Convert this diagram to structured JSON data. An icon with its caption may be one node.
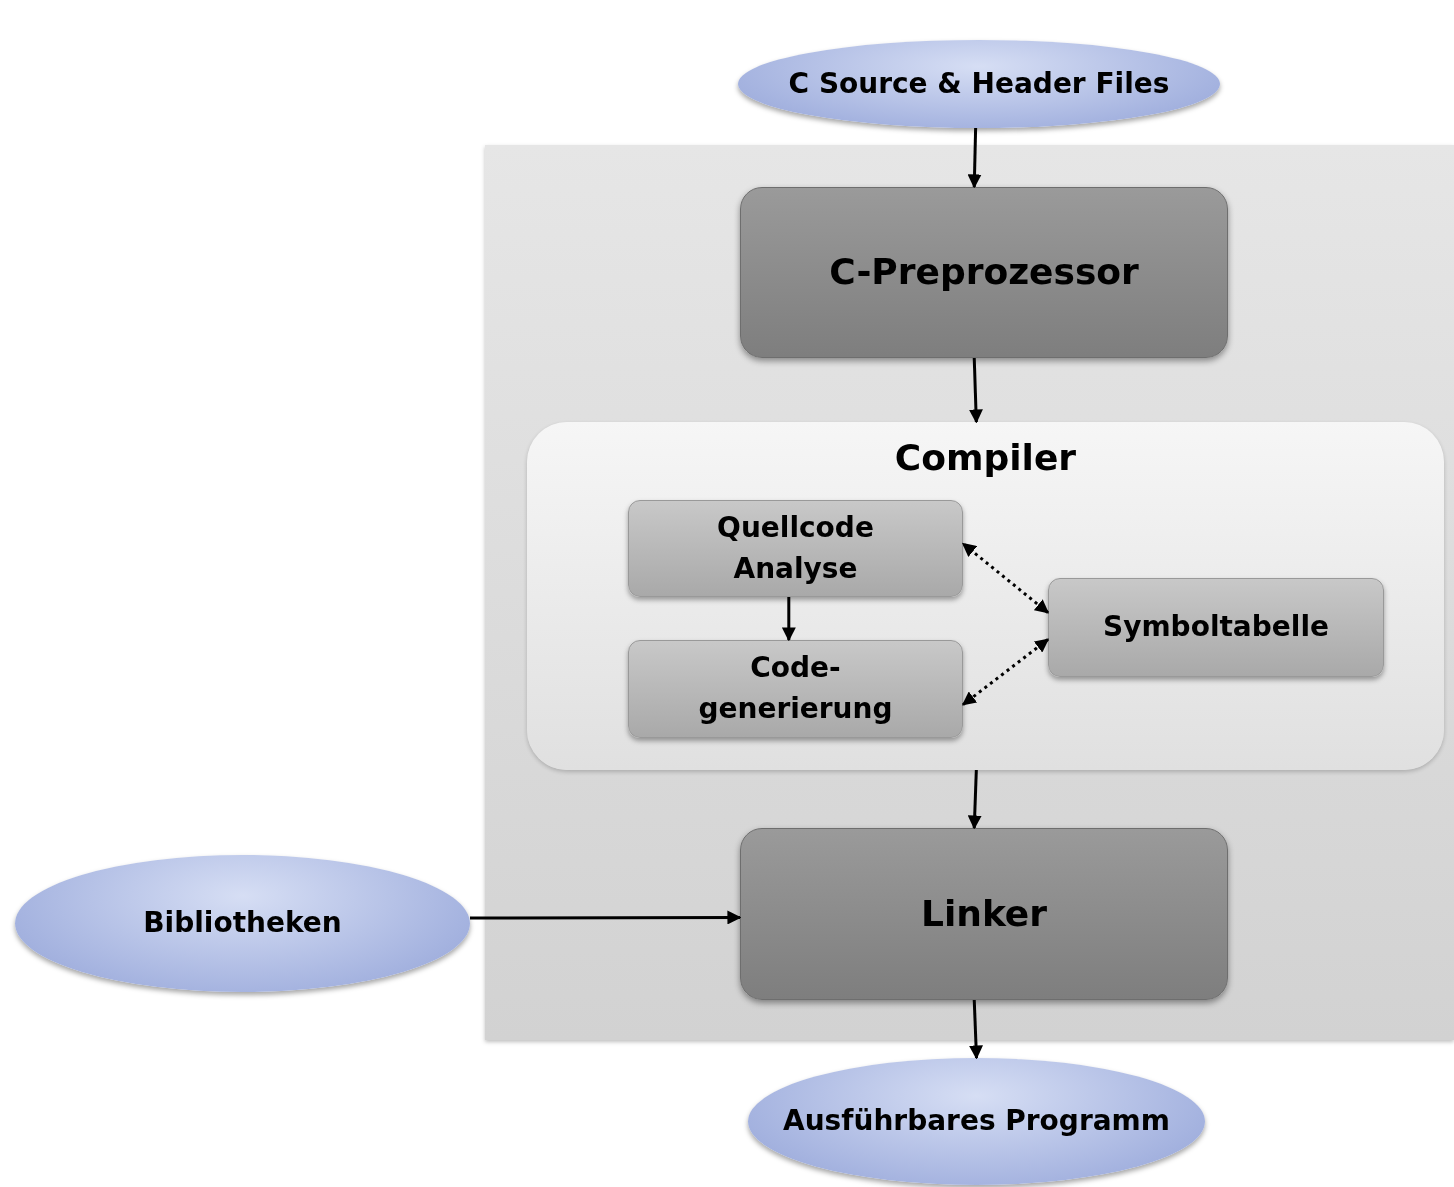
{
  "diagram": {
    "nodes": [
      {
        "text": [
          "C Source & Header Files"
        ]
      },
      {
        "text": [],
        "shape": "box"
      },
      {
        "text": [
          "C-Preprozessor"
        ],
        "in": 1
      },
      {
        "text": [
          "Compiler"
        ],
        "in": 1
      },
      {
        "text": [
          "Quellcode Analyse"
        ],
        "in": 3
      },
      {
        "text": [
          "Code- generierung"
        ],
        "in": 3
      },
      {
        "text": [
          "Symboltabelle"
        ],
        "in": 3
      },
      {
        "text": [
          "Linker"
        ],
        "in": 1
      },
      {
        "text": [
          "Bibliotheken"
        ]
      },
      {
        "text": [
          "Ausführbares Programm"
        ]
      }
    ],
    "edges": [
      {
        "from": 0,
        "to": 2,
        "arrow": "to"
      },
      {
        "from": 2,
        "to": 3,
        "arrow": "to"
      },
      {
        "from": 4,
        "to": 5,
        "arrow": "to"
      },
      {
        "from": 6,
        "to": 4,
        "arrow": "both",
        "style": "dashed"
      },
      {
        "from": 6,
        "to": 5,
        "arrow": "both",
        "style": "dashed"
      },
      {
        "from": 3,
        "to": 7,
        "arrow": "to"
      },
      {
        "from": 8,
        "to": 7,
        "arrow": "to"
      },
      {
        "from": 7,
        "to": 9,
        "arrow": "to"
      }
    ]
  }
}
